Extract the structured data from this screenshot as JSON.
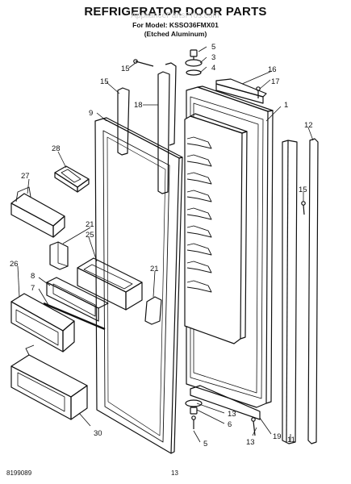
{
  "header": {
    "title": "REFRIGERATOR DOOR PARTS",
    "watermark": "AppliancePartsPros.com",
    "model_line": "For Model: KSSO36FMX01",
    "finish_line": "(Etched Aluminum)"
  },
  "callouts": [
    "5",
    "3",
    "4",
    "15",
    "16",
    "17",
    "15",
    "18",
    "9",
    "1",
    "12",
    "28",
    "27",
    "15",
    "21",
    "25",
    "8",
    "7",
    "26",
    "21",
    "13",
    "6",
    "5",
    "13",
    "19",
    "11",
    "30"
  ],
  "footer": {
    "doc_number": "8199089",
    "page_number": "13"
  }
}
